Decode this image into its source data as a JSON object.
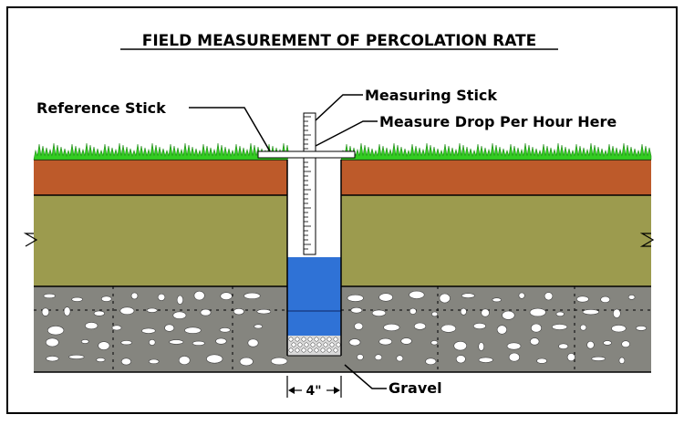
{
  "title": "FIELD MEASUREMENT OF PERCOLATION RATE",
  "labels": {
    "reference_stick": "Reference Stick",
    "measuring_stick": "Measuring Stick",
    "measure_drop": "Measure Drop Per Hour Here",
    "gravel": "Gravel",
    "hole_width": "4\""
  },
  "colors": {
    "grass": "#33cc22",
    "grass_dark": "#1f8a16",
    "topsoil": "#bd5a2a",
    "clay": "#9c9b4e",
    "gravel_layer": "#85857f",
    "stones": "#ffffff",
    "water": "#2f72d6",
    "hole_wall": "#ffffff"
  },
  "icons": {
    "break_marks": "zigzag-break-icon"
  }
}
